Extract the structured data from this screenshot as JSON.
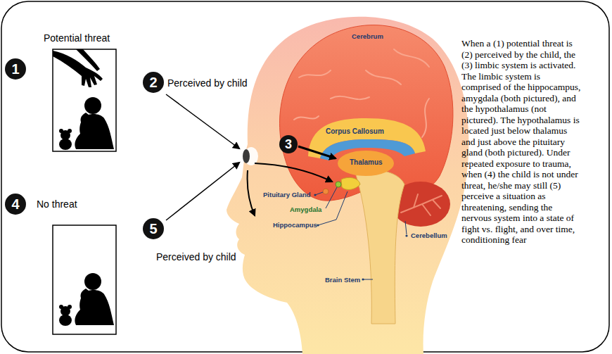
{
  "diagram": {
    "nodes": [
      {
        "text": [
          "1"
        ]
      },
      {
        "text": [
          "2"
        ]
      },
      {
        "text": [
          "3"
        ]
      },
      {
        "text": [
          "4"
        ]
      },
      {
        "text": [
          "5"
        ]
      }
    ],
    "labels": [
      "Potential threat",
      "Perceived by child",
      "Cerebrum",
      "Corpus Callosum",
      "Thalamus",
      "No threat",
      "Pituitary Gland",
      "Amygdala",
      "Hippocampus",
      "Brain Stem",
      "Cerebellum",
      "Perceived by child",
      "When a (1) potential threat is (2) perceived by the child, the (3) limbic system is activated. The limbic system is comprised of the hippocampus, amygdala (both pictured), and the hypothalamus (not pictured). The hypothalamus is located just below thalamus and just above the pituitary gland (both pictured). Under repeated exposure to trauma, when (4) the child is not under threat, he/she may still (5) perceive a situation as threatening, sending the nervous system into a state of fight vs. flight, and over time, conditioning fear"
    ]
  }
}
